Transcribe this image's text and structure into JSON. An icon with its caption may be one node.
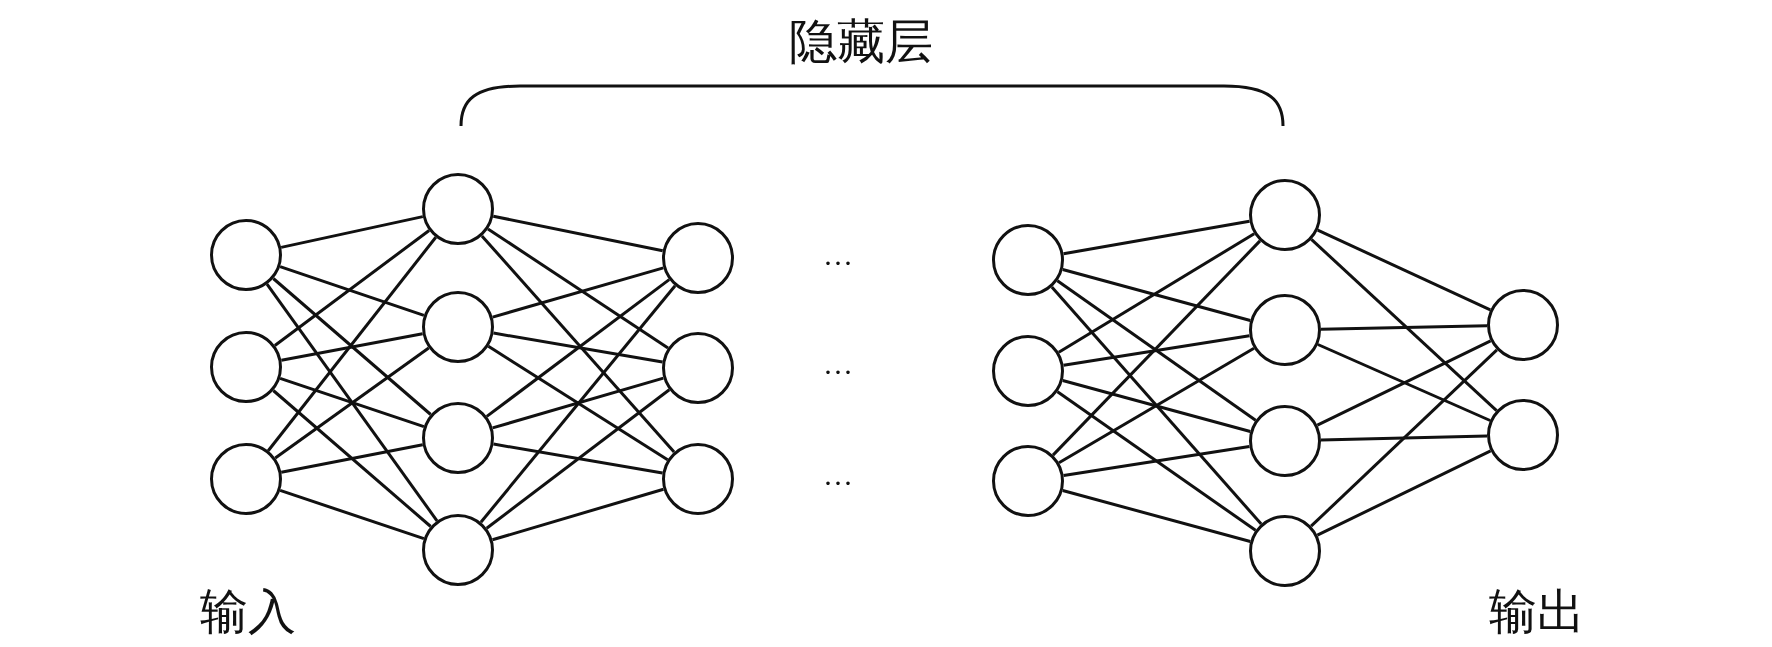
{
  "diagram": {
    "nodes": [
      {
        "text": [],
        "shape": "circle"
      },
      {
        "text": [],
        "shape": "circle"
      },
      {
        "text": [],
        "shape": "circle"
      },
      {
        "text": [],
        "shape": "circle"
      },
      {
        "text": [],
        "shape": "circle"
      },
      {
        "text": [],
        "shape": "circle"
      },
      {
        "text": [],
        "shape": "circle"
      },
      {
        "text": [],
        "shape": "circle"
      },
      {
        "text": [],
        "shape": "circle"
      },
      {
        "text": [],
        "shape": "circle"
      },
      {
        "text": [],
        "shape": "circle"
      },
      {
        "text": [],
        "shape": "circle"
      },
      {
        "text": [],
        "shape": "circle"
      },
      {
        "text": [],
        "shape": "circle"
      },
      {
        "text": [],
        "shape": "circle"
      },
      {
        "text": [],
        "shape": "circle"
      },
      {
        "text": [],
        "shape": "circle"
      },
      {
        "text": [],
        "shape": "circle"
      },
      {
        "text": [],
        "shape": "circle"
      }
    ],
    "edges": [
      {
        "from": 0,
        "to": 3,
        "arrow": "none"
      },
      {
        "from": 0,
        "to": 4,
        "arrow": "none"
      },
      {
        "from": 0,
        "to": 5,
        "arrow": "none"
      },
      {
        "from": 0,
        "to": 6,
        "arrow": "none"
      },
      {
        "from": 1,
        "to": 3,
        "arrow": "none"
      },
      {
        "from": 1,
        "to": 4,
        "arrow": "none"
      },
      {
        "from": 1,
        "to": 5,
        "arrow": "none"
      },
      {
        "from": 1,
        "to": 6,
        "arrow": "none"
      },
      {
        "from": 2,
        "to": 3,
        "arrow": "none"
      },
      {
        "from": 2,
        "to": 4,
        "arrow": "none"
      },
      {
        "from": 2,
        "to": 5,
        "arrow": "none"
      },
      {
        "from": 2,
        "to": 6,
        "arrow": "none"
      },
      {
        "from": 3,
        "to": 7,
        "arrow": "none"
      },
      {
        "from": 3,
        "to": 8,
        "arrow": "none"
      },
      {
        "from": 3,
        "to": 9,
        "arrow": "none"
      },
      {
        "from": 4,
        "to": 7,
        "arrow": "none"
      },
      {
        "from": 4,
        "to": 8,
        "arrow": "none"
      },
      {
        "from": 4,
        "to": 9,
        "arrow": "none"
      },
      {
        "from": 5,
        "to": 7,
        "arrow": "none"
      },
      {
        "from": 5,
        "to": 8,
        "arrow": "none"
      },
      {
        "from": 5,
        "to": 9,
        "arrow": "none"
      },
      {
        "from": 6,
        "to": 7,
        "arrow": "none"
      },
      {
        "from": 6,
        "to": 8,
        "arrow": "none"
      },
      {
        "from": 6,
        "to": 9,
        "arrow": "none"
      },
      {
        "from": 10,
        "to": 13,
        "arrow": "none"
      },
      {
        "from": 10,
        "to": 14,
        "arrow": "none"
      },
      {
        "from": 10,
        "to": 15,
        "arrow": "none"
      },
      {
        "from": 10,
        "to": 16,
        "arrow": "none"
      },
      {
        "from": 11,
        "to": 13,
        "arrow": "none"
      },
      {
        "from": 11,
        "to": 14,
        "arrow": "none"
      },
      {
        "from": 11,
        "to": 15,
        "arrow": "none"
      },
      {
        "from": 11,
        "to": 16,
        "arrow": "none"
      },
      {
        "from": 12,
        "to": 13,
        "arrow": "none"
      },
      {
        "from": 12,
        "to": 14,
        "arrow": "none"
      },
      {
        "from": 12,
        "to": 15,
        "arrow": "none"
      },
      {
        "from": 12,
        "to": 16,
        "arrow": "none"
      },
      {
        "from": 13,
        "to": 17,
        "arrow": "none"
      },
      {
        "from": 13,
        "to": 18,
        "arrow": "none"
      },
      {
        "from": 14,
        "to": 17,
        "arrow": "none"
      },
      {
        "from": 14,
        "to": 18,
        "arrow": "none"
      },
      {
        "from": 15,
        "to": 17,
        "arrow": "none"
      },
      {
        "from": 15,
        "to": 18,
        "arrow": "none"
      },
      {
        "from": 16,
        "to": 17,
        "arrow": "none"
      },
      {
        "from": 16,
        "to": 18,
        "arrow": "none"
      }
    ],
    "labels": [
      "隐藏层",
      "···",
      "···",
      "···",
      "输入",
      "输出"
    ]
  }
}
